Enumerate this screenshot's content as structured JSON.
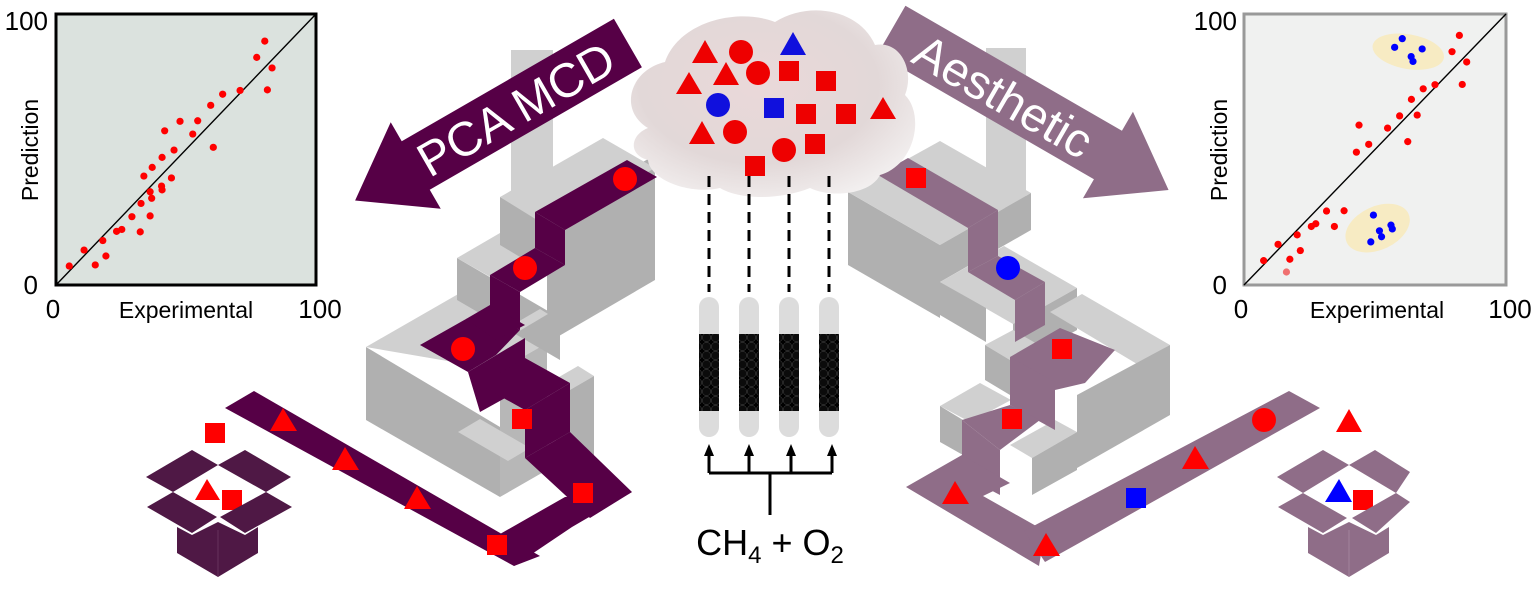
{
  "figure": {
    "left_arrow_label": "PCA MCD",
    "right_arrow_label": "Aesthetic",
    "feed_label": {
      "ch": "CH",
      "ch_sub": "4",
      "plus": " + O",
      "o_sub": "2"
    },
    "colors": {
      "pca_mcd_purple": "#560046",
      "aesthetic_mauve": "#8f6d88",
      "red": "#ff0000",
      "blue": "#0000ff",
      "stair_top": "#d0d0d0",
      "stair_side": "#b0b0b0",
      "box_dark": "#4f1845",
      "highlight": "#f7ebc3"
    },
    "cloud_shapes": [
      {
        "shape": "triangle",
        "color": "red"
      },
      {
        "shape": "circle",
        "color": "red"
      },
      {
        "shape": "triangle",
        "color": "blue"
      },
      {
        "shape": "triangle",
        "color": "red"
      },
      {
        "shape": "triangle",
        "color": "red"
      },
      {
        "shape": "circle",
        "color": "red"
      },
      {
        "shape": "square",
        "color": "red"
      },
      {
        "shape": "square",
        "color": "red"
      },
      {
        "shape": "circle",
        "color": "blue"
      },
      {
        "shape": "square",
        "color": "blue"
      },
      {
        "shape": "square",
        "color": "red"
      },
      {
        "shape": "square",
        "color": "red"
      },
      {
        "shape": "triangle",
        "color": "red"
      },
      {
        "shape": "triangle",
        "color": "red"
      },
      {
        "shape": "circle",
        "color": "red"
      },
      {
        "shape": "circle",
        "color": "red"
      },
      {
        "shape": "square",
        "color": "red"
      },
      {
        "shape": "square",
        "color": "red"
      }
    ],
    "reactor_count": 4
  },
  "chart_data": [
    {
      "type": "scatter",
      "name": "pca-mcd-parity",
      "title": "",
      "xlabel": "Experimental",
      "ylabel": "Prediction",
      "xlim": [
        0,
        100
      ],
      "ylim": [
        0,
        100
      ],
      "x_ticks": [
        "0",
        "100"
      ],
      "y_ticks": [
        "0",
        "100"
      ],
      "grid": false,
      "parity_line": true,
      "background": "#dbe2de",
      "series": [
        {
          "name": "samples",
          "color": "#ff0000",
          "points": [
            [
              5.1,
              7.0
            ],
            [
              10.8,
              12.9
            ],
            [
              15.1,
              7.4
            ],
            [
              18.0,
              16.4
            ],
            [
              19.2,
              10.7
            ],
            [
              23.3,
              19.8
            ],
            [
              25.3,
              20.5
            ],
            [
              29.2,
              25.2
            ],
            [
              32.4,
              19.6
            ],
            [
              32.7,
              30.1
            ],
            [
              36.2,
              25.5
            ],
            [
              36.2,
              34.4
            ],
            [
              36.8,
              32.0
            ],
            [
              33.8,
              40.2
            ],
            [
              37.0,
              43.4
            ],
            [
              40.6,
              36.5
            ],
            [
              40.8,
              35.1
            ],
            [
              40.8,
              47.1
            ],
            [
              44.4,
              39.5
            ],
            [
              45.4,
              49.8
            ],
            [
              41.8,
              56.9
            ],
            [
              47.7,
              60.4
            ],
            [
              52.6,
              55.7
            ],
            [
              54.5,
              60.6
            ],
            [
              59.5,
              66.3
            ],
            [
              60.5,
              50.8
            ],
            [
              64.1,
              70.4
            ],
            [
              70.8,
              71.8
            ],
            [
              77.2,
              84.0
            ],
            [
              80.3,
              90.0
            ],
            [
              81.3,
              72.0
            ],
            [
              83.1,
              80.1
            ]
          ]
        }
      ]
    },
    {
      "type": "scatter",
      "name": "aesthetic-parity",
      "title": "",
      "xlabel": "Experimental",
      "ylabel": "Prediction",
      "xlim": [
        0,
        100
      ],
      "ylim": [
        0,
        100
      ],
      "x_ticks": [
        "0",
        "100"
      ],
      "y_ticks": [
        "0",
        "100"
      ],
      "grid": false,
      "parity_line": true,
      "background": "#f0f1f0",
      "series": [
        {
          "name": "inliers",
          "color": "#ff0000",
          "points": [
            [
              7.5,
              9.0
            ],
            [
              13.0,
              15.0
            ],
            [
              17.5,
              9.5
            ],
            [
              20.3,
              18.5
            ],
            [
              21.5,
              12.7
            ],
            [
              25.7,
              21.6
            ],
            [
              27.4,
              22.6
            ],
            [
              31.5,
              27.3
            ],
            [
              34.5,
              21.6
            ],
            [
              38.2,
              27.4
            ],
            [
              42.9,
              49.0
            ],
            [
              43.9,
              59.0
            ],
            [
              47.6,
              51.9
            ],
            [
              54.8,
              57.9
            ],
            [
              59.4,
              62.4
            ],
            [
              62.5,
              52.9
            ],
            [
              63.9,
              68.5
            ],
            [
              66.1,
              62.7
            ],
            [
              68.4,
              72.4
            ],
            [
              72.9,
              73.9
            ],
            [
              79.4,
              86.1
            ],
            [
              82.2,
              92.1
            ],
            [
              83.3,
              74.0
            ],
            [
              85.0,
              82.3
            ]
          ]
        },
        {
          "name": "faded",
          "color": "#f07070",
          "points": [
            [
              16.2,
              4.8
            ]
          ]
        },
        {
          "name": "outliers",
          "color": "#0000ff",
          "points": [
            [
              57.5,
              87.7
            ],
            [
              60.4,
              90.9
            ],
            [
              63.8,
              84.3
            ],
            [
              64.5,
              82.5
            ],
            [
              68.0,
              87.1
            ],
            [
              49.4,
              25.8
            ],
            [
              51.7,
              20.0
            ],
            [
              52.5,
              17.8
            ],
            [
              48.4,
              15.9
            ],
            [
              56.1,
              22.1
            ],
            [
              56.6,
              20.7
            ]
          ]
        }
      ],
      "highlights": [
        {
          "name": "outlier-cluster-high",
          "cx": 62.7,
          "cy": 86.1,
          "rx": 13.8,
          "ry": 6.4,
          "angle": 10,
          "color": "#f7ebc3"
        },
        {
          "name": "outlier-cluster-low",
          "cx": 51.0,
          "cy": 21.0,
          "rx": 13.0,
          "ry": 8.0,
          "angle": -25,
          "color": "#f7ebc3"
        }
      ]
    }
  ]
}
